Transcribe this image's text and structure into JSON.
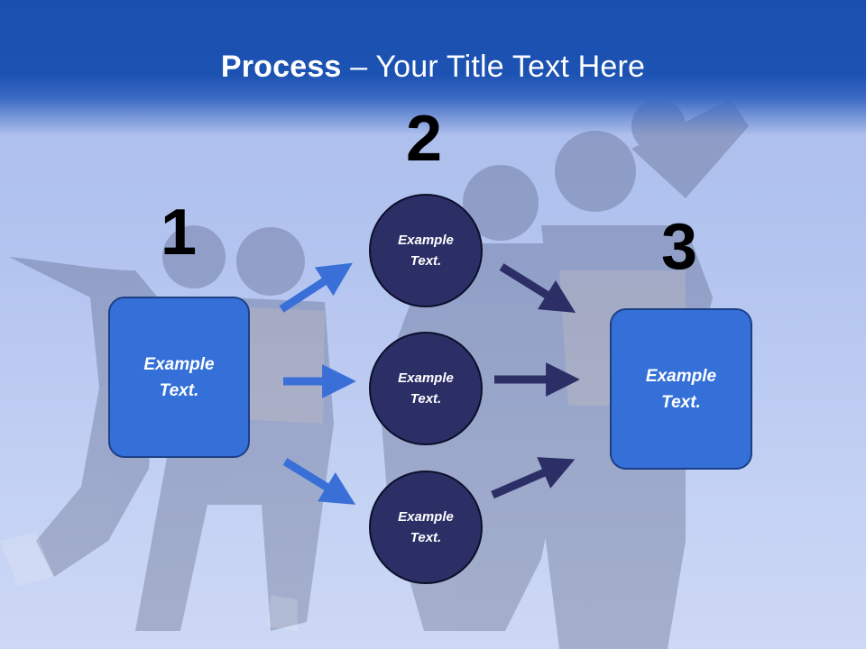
{
  "slide": {
    "title_bold": "Process",
    "title_rest": " – Your Title Text Here"
  },
  "steps": {
    "one": "1",
    "two": "2",
    "three": "3"
  },
  "left_box": {
    "text": "Example Text."
  },
  "circles": [
    {
      "text": "Example Text."
    },
    {
      "text": "Example Text."
    },
    {
      "text": "Example Text."
    }
  ],
  "right_box": {
    "text": "Example Text."
  },
  "colors": {
    "header": "#1c52b2",
    "box_fill": "#3470d8",
    "circle_fill": "#2b2f66",
    "arrow_left": "#3a6fd8",
    "arrow_right": "#2b2f66"
  }
}
